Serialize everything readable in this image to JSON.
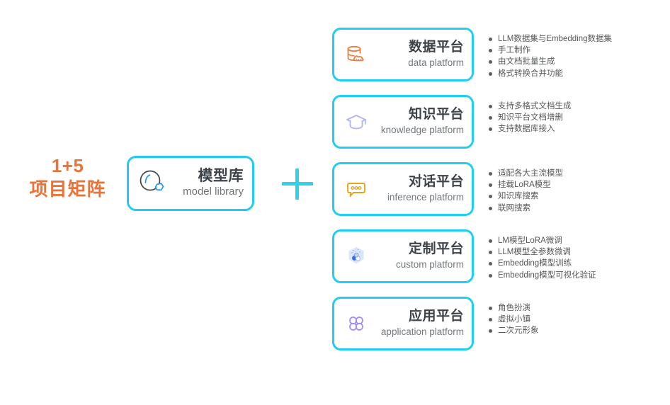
{
  "left_label": {
    "line1": "1+5",
    "line2": "项目矩阵",
    "color": "#e8743b"
  },
  "center": {
    "card": {
      "icon": "model-library-icon",
      "title": "模型库",
      "subtitle": "model library",
      "border_color": "#21cbf3"
    },
    "plus": {
      "icon": "plus-icon",
      "color": "#2ed4e6"
    }
  },
  "platforms": [
    {
      "icon": "database-cloud-icon",
      "icon_color": "#ef7c3e",
      "title": "数据平台",
      "subtitle": "data platform",
      "bullets": [
        "LLM数据集与Embedding数据集",
        "手工制作",
        "由文档批量生成",
        "格式转换合并功能"
      ]
    },
    {
      "icon": "graduation-cap-icon",
      "icon_color": "#aeb4f7",
      "title": "知识平台",
      "subtitle": "knowledge platform",
      "bullets": [
        "支持多格式文档生成",
        "知识平台文档增删",
        "支持数据库接入"
      ]
    },
    {
      "icon": "chat-bubble-icon",
      "icon_color": "#e0a61c",
      "title": "对话平台",
      "subtitle": "inference platform",
      "bullets": [
        "适配各大主流模型",
        "挂载LoRA模型",
        "知识库搜索",
        "联网搜索"
      ]
    },
    {
      "icon": "shield-molecule-icon",
      "icon_color": "#2f6fe0",
      "title": "定制平台",
      "subtitle": "custom platform",
      "bullets": [
        "LM模型LoRA微调",
        "LLM模型全参数微调",
        "Embedding模型训练",
        "Embedding模型可视化验证"
      ]
    },
    {
      "icon": "four-petal-icon",
      "icon_color": "#9b8cf5",
      "title": "应用平台",
      "subtitle": "application platform",
      "bullets": [
        "角色扮演",
        "虚拟小镇",
        "二次元形象"
      ]
    }
  ]
}
